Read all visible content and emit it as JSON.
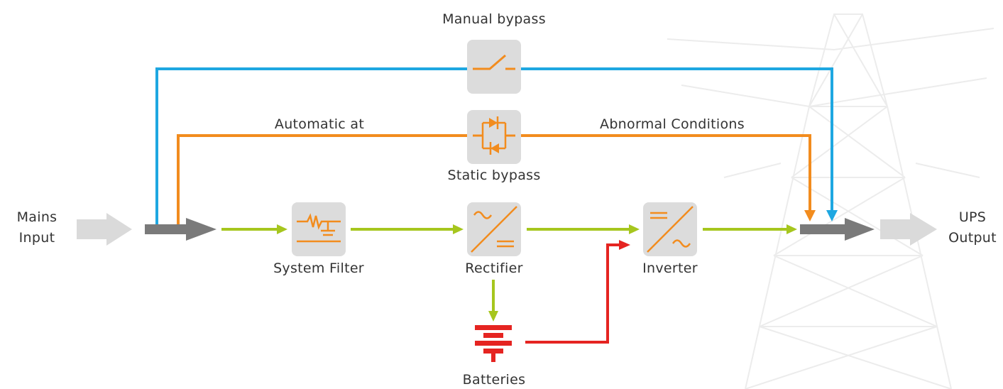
{
  "labels": {
    "manual_bypass": "Manual bypass",
    "automatic_at": "Automatic at",
    "abnormal_conditions": "Abnormal Conditions",
    "static_bypass": "Static bypass",
    "mains_line1": "Mains",
    "mains_line2": "Input",
    "system_filter": "System Filter",
    "rectifier": "Rectifier",
    "inverter": "Inverter",
    "batteries": "Batteries",
    "ups_line1": "UPS",
    "ups_line2": "Output"
  },
  "colors": {
    "blue": "#1ea7e1",
    "orange": "#f28c1e",
    "green": "#a6c61e",
    "red": "#e52421",
    "gray": "#7a7a7a",
    "light_gray": "#dadada",
    "box": "#dcdcdc",
    "text": "#333333"
  },
  "icons": {
    "manual_bypass": "switch-icon",
    "static_bypass": "thyristor-icon",
    "system_filter": "filter-icon",
    "rectifier": "ac-dc-icon",
    "inverter": "dc-ac-icon",
    "batteries": "battery-icon",
    "background": "power-tower-icon"
  }
}
